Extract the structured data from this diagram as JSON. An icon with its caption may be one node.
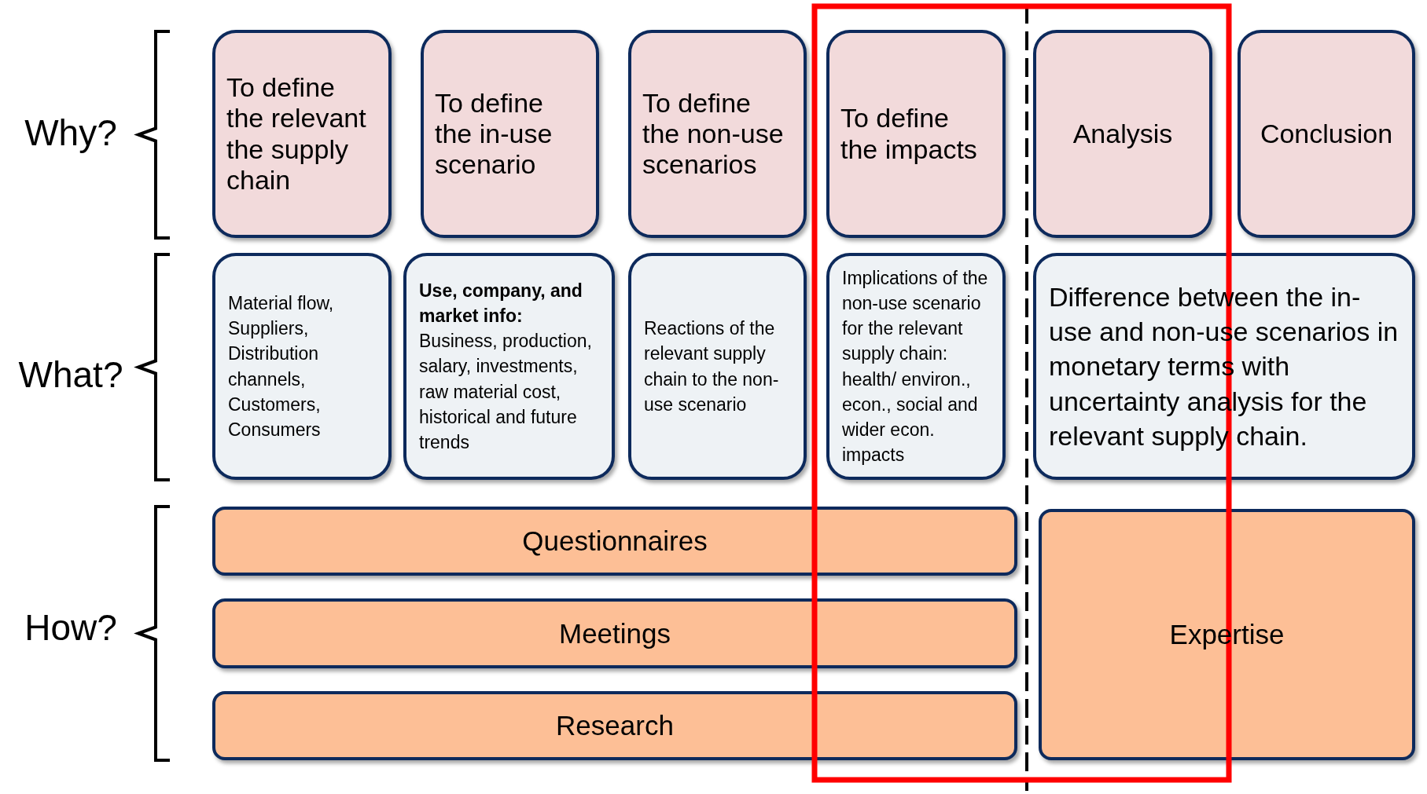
{
  "diagram": {
    "nodes": [
      {
        "text": [
          "To define the relevant the supply chain"
        ]
      },
      {
        "text": [
          "To define the in-use scenario"
        ]
      },
      {
        "text": [
          "To define the non-use scenarios"
        ]
      },
      {
        "text": [
          "To define the impacts"
        ]
      },
      {
        "text": [
          "Analysis"
        ]
      },
      {
        "text": [
          "Conclusion"
        ]
      },
      {
        "text": [
          "Material flow, Suppliers, Distribution channels, Customers, Consumers"
        ]
      },
      {
        "text": [
          "**Use, company, and market info:** Business, production, salary, investments, raw material cost, historical and future trends"
        ]
      },
      {
        "text": [
          "Reactions of the relevant supply chain to the non-use scenario"
        ]
      },
      {
        "text": [
          "Implications of the non-use scenario for the relevant supply chain: health/ environ., econ., social and wider econ. impacts"
        ]
      },
      {
        "text": [
          "Difference between the in-use and non-use scenarios in monetary terms with uncertainty analysis for the relevant supply chain."
        ]
      },
      {
        "text": [
          "Questionnaires"
        ]
      },
      {
        "text": [
          "Meetings"
        ]
      },
      {
        "text": [
          "Research"
        ]
      },
      {
        "text": [
          "Expertise"
        ]
      }
    ],
    "edges": [],
    "labels": [
      "Why?",
      "What?",
      "How?"
    ]
  }
}
